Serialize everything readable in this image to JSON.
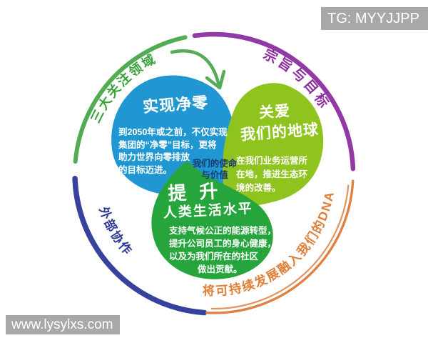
{
  "watermarks": {
    "top_right": "TG: MYYJJPP",
    "bottom_left": "www.lysylxs.com",
    "bg_color": "#a8a8a8"
  },
  "center": {
    "line1": "我们的使命",
    "line2": "与价值",
    "color": "#17396b"
  },
  "ring_labels": {
    "top_left": {
      "text": "三大关注领域",
      "color": "#3aa33a"
    },
    "top_right": {
      "text": "宗旨与目标",
      "color": "#8c2f9e"
    },
    "left": {
      "text": "外部协作",
      "color": "#2b3896"
    },
    "bottom_right": {
      "text": "将可持续发展融入我们的DNA",
      "color": "#e08038"
    }
  },
  "arcs": {
    "green": "#4aa64a",
    "purple": "#8b2fa0",
    "blue": "#2b3896",
    "orange": "#de8142",
    "arrow": "#55ab57"
  },
  "petals": [
    {
      "id": "net-zero",
      "color": "#2097d3",
      "title": "实现净零",
      "body_lines": [
        "到2050年或之前，不仅实现",
        "集团的“净零”目标，更将",
        "助力世界向零排放",
        "的目标迈进。"
      ]
    },
    {
      "id": "planet",
      "color": "#8fc31e",
      "title_line1": "关爱",
      "title_line2": "我们的地球",
      "body_lines": [
        "在我们业务运营所",
        "在地，推进生态环",
        "境的改善。"
      ]
    },
    {
      "id": "living-standard",
      "color": "#26a53c",
      "title_line1": "提升",
      "title_line2": "人类生活水平",
      "body_lines": [
        "支持气候公正的能源转型，",
        "提升公司员工的身心健康，",
        "以及为我们所在的社区",
        "做出贡献。"
      ]
    }
  ]
}
